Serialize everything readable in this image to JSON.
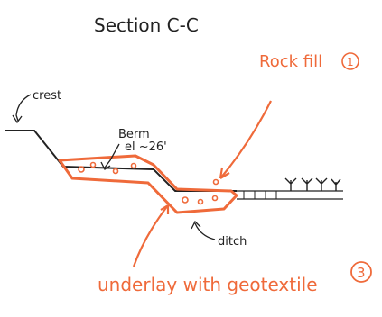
{
  "title": "Section C-C",
  "labels": {
    "rock_fill": "Rock fill",
    "rock_fill_num": "1",
    "crest": "crest",
    "berm_line1": "Berm",
    "berm_line2": "el ~26'",
    "ditch": "ditch",
    "underlay": "underlay with geotextile",
    "underlay_num": "3"
  },
  "colors": {
    "ink": "#222222",
    "orange": "#ef6a3a"
  }
}
